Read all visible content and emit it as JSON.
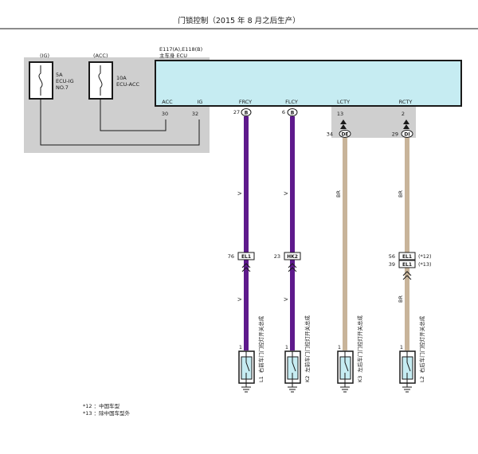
{
  "title": "门锁控制（2015 年 8 月之后生产）",
  "ecu": {
    "name_line1": "E117(A),E118(B)",
    "name_line2": "主车身 ECU"
  },
  "fuses": [
    {
      "tag": "(IG)",
      "rating": "5A",
      "name": "ECU-IG",
      "extra": "NO.7"
    },
    {
      "tag": "(ACC)",
      "rating": "10A",
      "name": "ECU-ACC",
      "extra": ""
    }
  ],
  "ecu_pins": [
    {
      "label": "ACC",
      "num": "30",
      "code": ""
    },
    {
      "label": "IG",
      "num": "32",
      "code": ""
    },
    {
      "label": "FRCY",
      "num": "27",
      "code": "B"
    },
    {
      "label": "FLCY",
      "num": "6",
      "code": "B"
    },
    {
      "label": "LCTY",
      "num": "13",
      "code": ""
    },
    {
      "label": "RCTY",
      "num": "2",
      "code": ""
    }
  ],
  "splices": [
    {
      "num": "34",
      "code": "DE"
    },
    {
      "num": "29",
      "code": "DI"
    }
  ],
  "wire_colors": {
    "v": "V",
    "br": "BR",
    "violet": "#5e1a8c",
    "tan": "#c8b49a"
  },
  "connectors": [
    {
      "num": "76",
      "code": "EL1",
      "alt": ""
    },
    {
      "num": "23",
      "code": "HK2",
      "alt": ""
    },
    {
      "num": "56",
      "code": "EL1",
      "alt": "(*12)"
    },
    {
      "num": "39",
      "code": "EL1",
      "alt": "(*13)"
    }
  ],
  "switches": [
    {
      "pin": "1",
      "id": "L1",
      "name": "右前车门门控灯开关总成"
    },
    {
      "pin": "1",
      "id": "K2",
      "name": "左前车门门控灯开关总成"
    },
    {
      "pin": "1",
      "id": "K3",
      "name": "左后车门门控灯开关总成"
    },
    {
      "pin": "1",
      "id": "L2",
      "name": "右后车门门控灯开关总成"
    }
  ],
  "notes": [
    "*12 ：中国车型",
    "*13 ：除中国车型外"
  ]
}
